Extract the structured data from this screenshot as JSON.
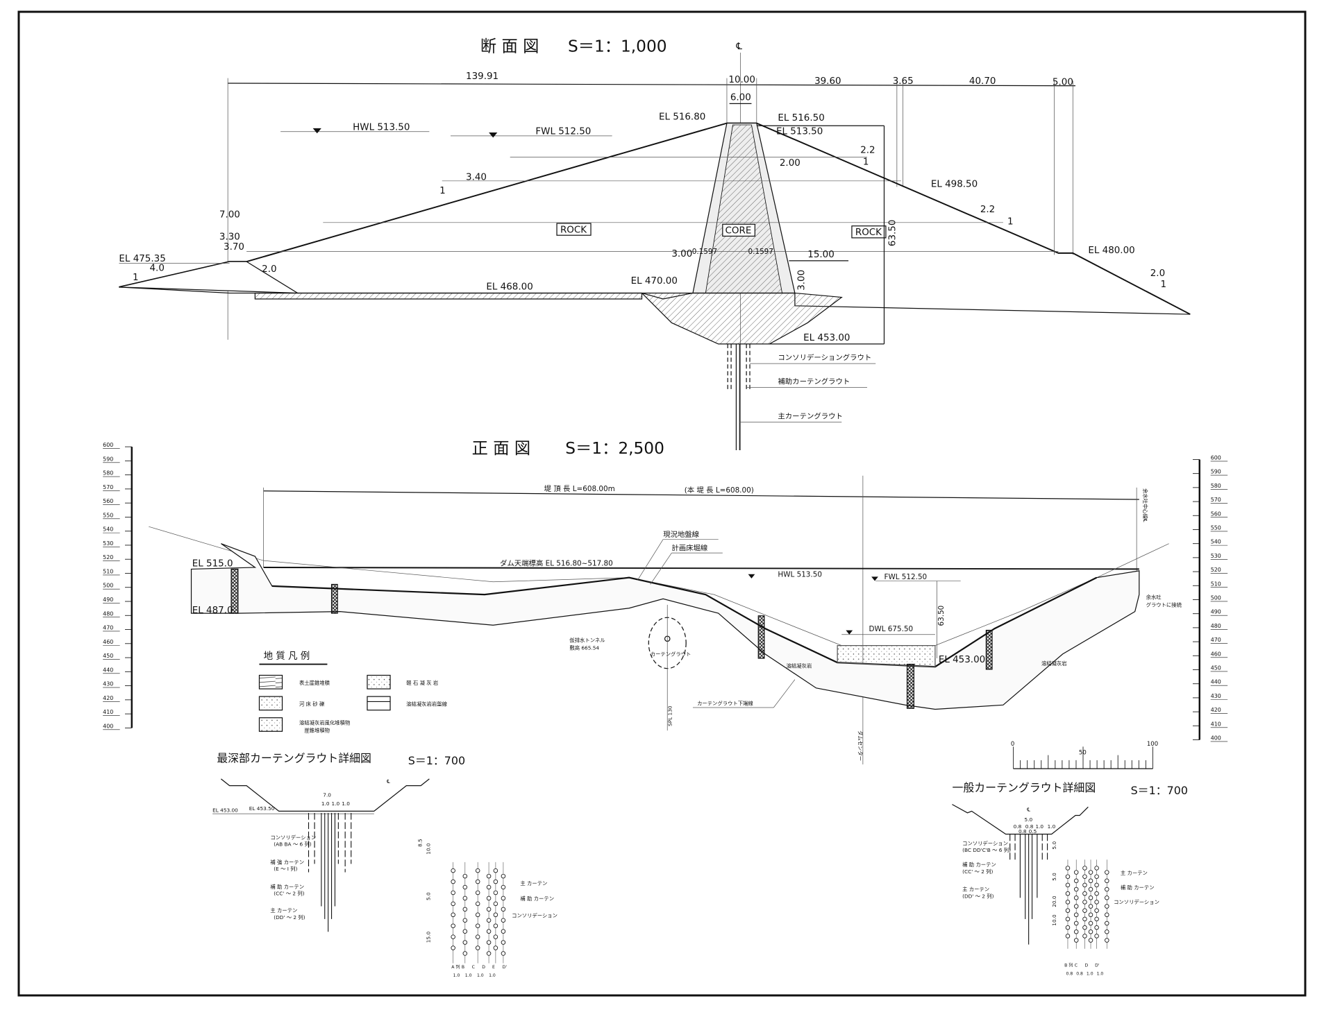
{
  "section": {
    "title": "断 面 図",
    "scale": "S＝1：1,000",
    "centerline_mark": "℄",
    "dims_top": [
      "139.91",
      "10.00",
      "39.60",
      "3.65",
      "40.70",
      "5.00"
    ],
    "crest_width": "6.00",
    "el_crest_left": "EL 516.80",
    "el_crest_right": "EL 516.50",
    "el_513": "EL 513.50",
    "hwl": "HWL 513.50",
    "fwl": "FWL 512.50",
    "slope_up": "3.40",
    "slope_one": "1",
    "slope_down_1": "2.2",
    "slope_down_2": "2.2",
    "slope_toe_right": "2.0",
    "slope_toe_left": "4.0",
    "slope_cofferdam": "2.0",
    "el_498": "EL 498.50",
    "el_480": "EL 480.00",
    "el_475": "EL 475.35",
    "berm_700": "7.00",
    "berm_330": "3.30",
    "berm_370": "3.70",
    "rock_label": "ROCK",
    "core_label": "CORE",
    "filter_2": "2.00",
    "filter_3": "3.00",
    "core_slope_left": "0.1597",
    "core_slope_right": "0.1597",
    "dim_1500": "15.00",
    "dim_300v": "3.00",
    "el_468": "EL 468.00",
    "el_470": "EL 470.00",
    "el_453": "EL 453.00",
    "height": "63.50",
    "grout_consolidation": "コンソリデーショングラウト",
    "grout_auxiliary": "補助カーテングラウト",
    "grout_main": "主カーテングラウト"
  },
  "front": {
    "title": "正 面 図",
    "scale": "S＝1：2,500",
    "crest_length": "堤 頂 長  L=608.00m",
    "main_length": "(本 堤 長 L=608.00)",
    "crest_elev": "ダム天端標高   EL 516.80∼517.80",
    "existing_ground": "現況地盤線",
    "planned_excavation": "計画床堀線",
    "hwl": "HWL 513.50",
    "fwl": "FWL 512.50",
    "el_515": "EL 515.0",
    "el_487": "EL 487.0",
    "dwl": "DWL  675.50",
    "height": "63.50",
    "el_453": "EL 453.00",
    "tunnel_1": "仮排水トンネル",
    "tunnel_2": "敷高 665.54",
    "tunnel_grout": "カーテングラウト",
    "spl": "SPL 130",
    "grout_bottom": "カーテングラウト下端線",
    "welded_tuff_1": "溶結凝灰岩",
    "welded_tuff_2": "溶結凝灰岩",
    "spillway_center": "余水吐中心線℄",
    "spillway_grout": [
      "余水吐",
      "グラウトに接続"
    ],
    "dam_center": "ダムセンター",
    "elevation_scale": [
      "600",
      "590",
      "580",
      "570",
      "560",
      "550",
      "540",
      "530",
      "520",
      "510",
      "500",
      "490",
      "480",
      "470",
      "460",
      "450",
      "440",
      "430",
      "420",
      "410",
      "400"
    ],
    "scale_bar": [
      "0",
      "50",
      "100"
    ]
  },
  "legend": {
    "title": "地 質 凡 例",
    "items": [
      {
        "label": "表土崖錐堆積",
        "pattern": "lines"
      },
      {
        "label": "軽 石 凝 灰 岩",
        "pattern": "dots"
      },
      {
        "label": "河 床 砂 礫",
        "pattern": "gravel"
      },
      {
        "label": "溶結凝灰岩岩盤線",
        "pattern": "rockline"
      },
      {
        "label": "溶結凝灰岩風化堆積物",
        "label2": "崖錐堆積物",
        "pattern": "triangles"
      }
    ]
  },
  "detail_deep": {
    "title": "最深部カーテングラウト詳細図",
    "scale": "S＝1：700",
    "el_a": "EL 453.00",
    "el_b": "EL 453.50",
    "width": "7.0",
    "spacing": [
      "1.0",
      "1.0",
      "1.0"
    ],
    "spacing2": [
      "1.0",
      "1.0",
      "1.0",
      "1.0"
    ],
    "labels": [
      {
        "name": "コンソリデーション",
        "sub": "(AB BA ～ 6 列)"
      },
      {
        "name": "補 強 カーテン",
        "sub": "(E ～ I 列)"
      },
      {
        "name": "補 助 カーテン",
        "sub": "(CC' ～ 2 列)"
      },
      {
        "name": "主 カーテン",
        "sub": "(DD' ～ 2 列)"
      }
    ],
    "depths": [
      "8.5",
      "10.0",
      "5.0",
      "15.0"
    ],
    "plan_labels": [
      "主 カーテン",
      "補 助 カーテン",
      "コンソリデーション"
    ],
    "rows": [
      "A 列",
      "B",
      "C",
      "D",
      "E",
      "D'"
    ],
    "row_spacing": [
      "1.0",
      "1.0",
      "1.0",
      "1.0"
    ]
  },
  "detail_general": {
    "title": "一般カーテングラウト詳細図",
    "scale": "S＝1：700",
    "width": "5.0",
    "spacing": [
      "0.8",
      "0.8",
      "1.0",
      "1.0"
    ],
    "spacing2": [
      "0.8",
      "0.5"
    ],
    "labels": [
      {
        "name": "コンソリデーション",
        "sub": "(BC DD'C'B ～ 6 列)"
      },
      {
        "name": "補 助 カーテン",
        "sub": "(CC' ～ 2 列)"
      },
      {
        "name": "主 カーテン",
        "sub": "(DD' ～ 2 列)"
      }
    ],
    "depths": [
      "5.0",
      "5.0",
      "20.0",
      "10.0"
    ],
    "plan_labels": [
      "主 カーテン",
      "補 助 カーテン",
      "コンソリデーション"
    ],
    "rows": [
      "B 列",
      "C",
      "D",
      "D'"
    ],
    "row_spacing": [
      "0.8",
      "0.8",
      "1.0",
      "1.0"
    ]
  }
}
